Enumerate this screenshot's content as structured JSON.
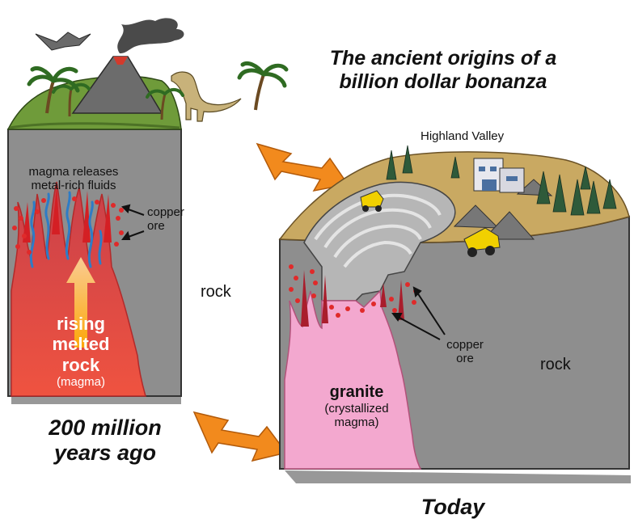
{
  "title": {
    "line1": "The ancient origins of a",
    "line2": "billion dollar bonanza"
  },
  "past": {
    "caption_line1": "200 million",
    "caption_line2": "years ago",
    "fluids_line1": "magma releases",
    "fluids_line2": "metal-rich fluids",
    "ore_line1": "copper",
    "ore_line2": "ore",
    "rock": "rock",
    "magma_line1": "rising",
    "magma_line2": "melted",
    "magma_line3": "rock",
    "magma_line4": "(magma)"
  },
  "today": {
    "caption": "Today",
    "place": "Highland Valley",
    "granite": "granite",
    "granite_line2": "(crystallized",
    "granite_line3": "magma)",
    "ore_line1": "copper",
    "ore_line2": "ore",
    "rock": "rock"
  },
  "colors": {
    "rock": "#8e8e8e",
    "grass": "#6f9b3a",
    "magma": "#e2322a",
    "granite": "#f3a8cf",
    "fluid": "#2e7cc6",
    "arrow": "#f28a1d",
    "ore_dots": "#e02a2a"
  },
  "icons": [
    "volcano-icon",
    "pterodactyl-icon",
    "dinosaur-icon",
    "palm-tree-icon",
    "mine-building-icon",
    "haul-truck-icon",
    "pine-tree-icon"
  ]
}
